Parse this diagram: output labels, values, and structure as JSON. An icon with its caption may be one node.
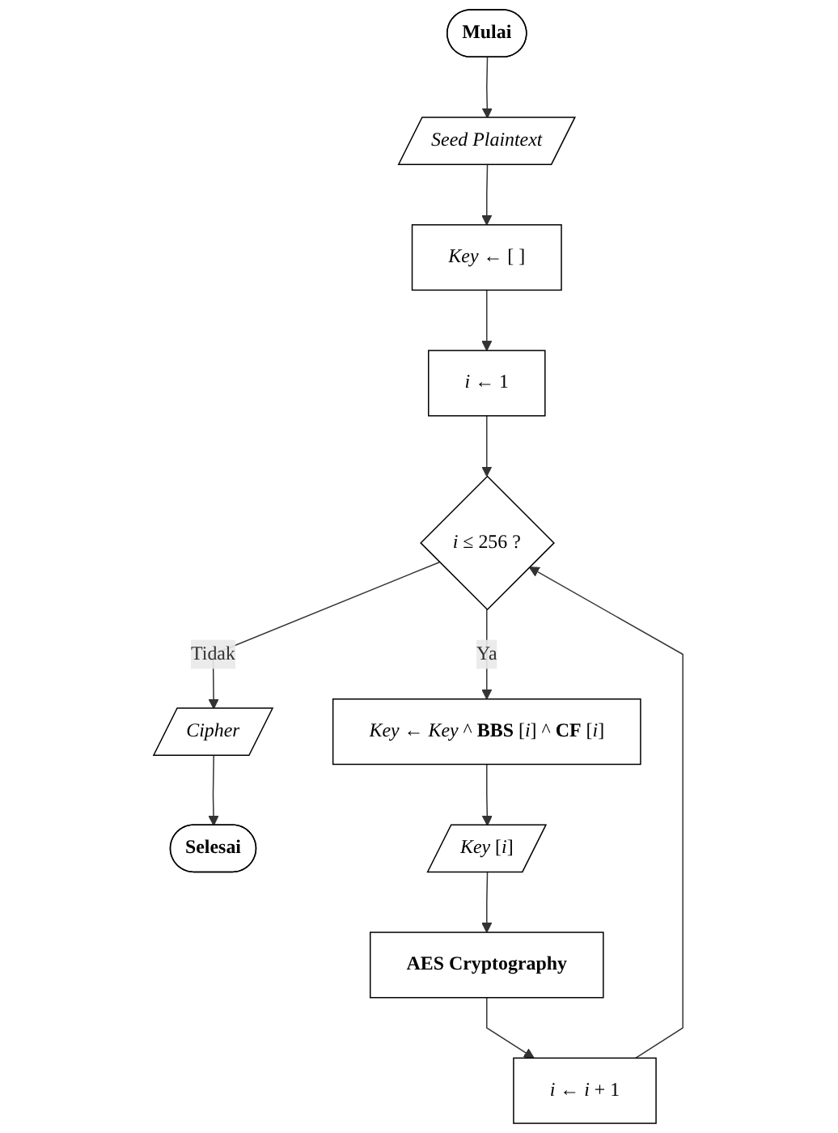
{
  "diagram": {
    "nodes": [
      {
        "text": [
          "Mulai"
        ]
      },
      {
        "text": [
          "Seed Plaintext"
        ]
      },
      {
        "text": [
          "*Key* ←  [ ]"
        ]
      },
      {
        "text": [
          "*i* ←  1"
        ]
      },
      {
        "text": [
          "*i* ≤ 256 ?"
        ]
      },
      {
        "text": [
          "Cipher"
        ]
      },
      {
        "text": [
          "Selesai"
        ]
      },
      {
        "text": [
          "*Key* ←  *Key* ^ **BBS** [*i*] ^ **CF** [*i*]"
        ]
      },
      {
        "text": [
          "*Key* [*i*]"
        ]
      },
      {
        "text": [
          "AES Cryptography"
        ]
      },
      {
        "text": [
          "*i* ←  *i* + 1"
        ]
      }
    ],
    "edges": [
      {
        "from": 0,
        "to": 1,
        "arrow": "to"
      },
      {
        "from": 1,
        "to": 2,
        "arrow": "to"
      },
      {
        "from": 2,
        "to": 3,
        "arrow": "to"
      },
      {
        "from": 3,
        "to": 4,
        "arrow": "to"
      },
      {
        "from": 4,
        "to": 5,
        "arrow": "to",
        "label": "Tidak"
      },
      {
        "from": 5,
        "to": 6,
        "arrow": "to"
      },
      {
        "from": 4,
        "to": 7,
        "arrow": "to",
        "label": "Ya"
      },
      {
        "from": 7,
        "to": 8,
        "arrow": "to"
      },
      {
        "from": 8,
        "to": 9,
        "arrow": "to"
      },
      {
        "from": 9,
        "to": 10,
        "arrow": "to"
      },
      {
        "from": 10,
        "to": 4,
        "arrow": "to"
      }
    ]
  }
}
